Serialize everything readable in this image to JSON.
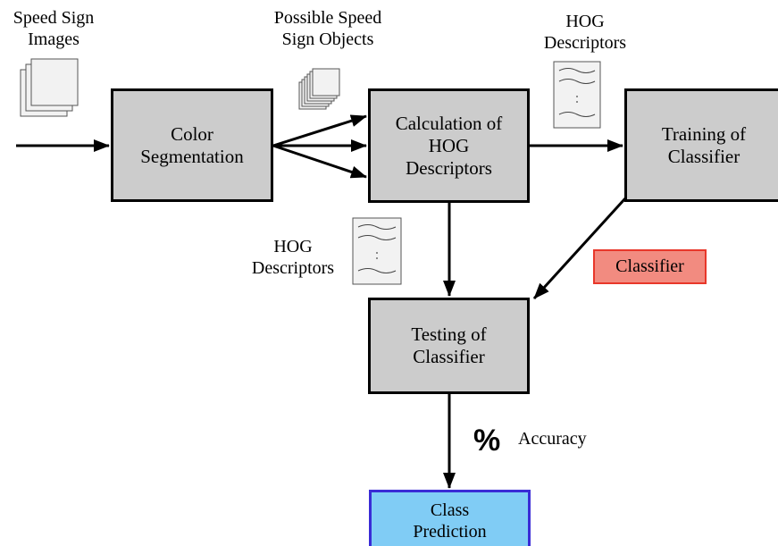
{
  "labels": {
    "speed_sign_images": [
      "Speed Sign",
      "Images"
    ],
    "possible_objects": [
      "Possible Speed",
      "Sign Objects"
    ],
    "hog_top": [
      "HOG",
      "Descriptors"
    ],
    "hog_mid": [
      "HOG",
      "Descriptors"
    ],
    "percent": "%",
    "accuracy": "Accuracy"
  },
  "boxes": {
    "color_segmentation": [
      "Color",
      "Segmentation"
    ],
    "hog_calculation": [
      "Calculation of",
      "HOG",
      "Descriptors"
    ],
    "training": [
      "Training of",
      "Classifier"
    ],
    "testing": [
      "Testing of",
      "Classifier"
    ],
    "classifier": "Classifier",
    "class_prediction": [
      "Class",
      "Prediction"
    ]
  },
  "colors": {
    "process_fill": "#cccccc",
    "classifier_fill": "#f28b80",
    "classifier_border": "#e8372a",
    "prediction_fill": "#80ccf5",
    "prediction_border": "#3a2bd6"
  },
  "icons": {
    "image_stack": "image-stack-icon",
    "object_stack": "object-stack-icon",
    "hog_document": "hog-document-icon"
  }
}
